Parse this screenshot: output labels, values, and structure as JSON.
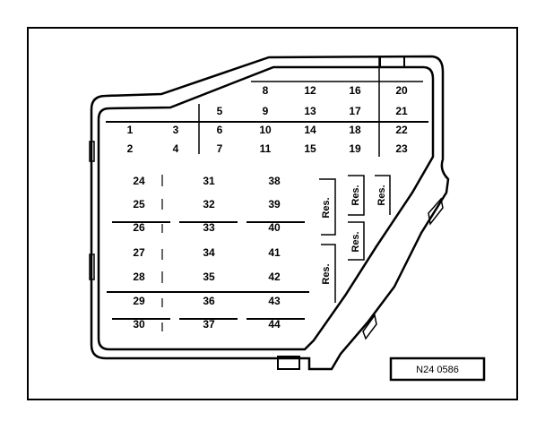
{
  "diagram": {
    "fuses_top": [
      {
        "num": "8"
      },
      {
        "num": "12"
      },
      {
        "num": "16"
      },
      {
        "num": "20"
      },
      {
        "num": "5"
      },
      {
        "num": "9"
      },
      {
        "num": "13"
      },
      {
        "num": "17"
      },
      {
        "num": "21"
      },
      {
        "num": "1"
      },
      {
        "num": "3"
      },
      {
        "num": "6"
      },
      {
        "num": "10"
      },
      {
        "num": "14"
      },
      {
        "num": "18"
      },
      {
        "num": "22"
      },
      {
        "num": "2"
      },
      {
        "num": "4"
      },
      {
        "num": "7"
      },
      {
        "num": "11"
      },
      {
        "num": "15"
      },
      {
        "num": "19"
      },
      {
        "num": "23"
      }
    ],
    "fuses_bottom": [
      {
        "num": "24"
      },
      {
        "num": "25"
      },
      {
        "num": "26"
      },
      {
        "num": "27"
      },
      {
        "num": "28"
      },
      {
        "num": "29"
      },
      {
        "num": "30"
      },
      {
        "num": "31"
      },
      {
        "num": "32"
      },
      {
        "num": "33"
      },
      {
        "num": "34"
      },
      {
        "num": "35"
      },
      {
        "num": "36"
      },
      {
        "num": "37"
      },
      {
        "num": "38"
      },
      {
        "num": "39"
      },
      {
        "num": "40"
      },
      {
        "num": "41"
      },
      {
        "num": "42"
      },
      {
        "num": "43"
      },
      {
        "num": "44"
      }
    ],
    "reserve_slots": [
      "Res.",
      "Res.",
      "Res.",
      "Res.",
      "Res."
    ],
    "figure_label": "N24 0586"
  }
}
